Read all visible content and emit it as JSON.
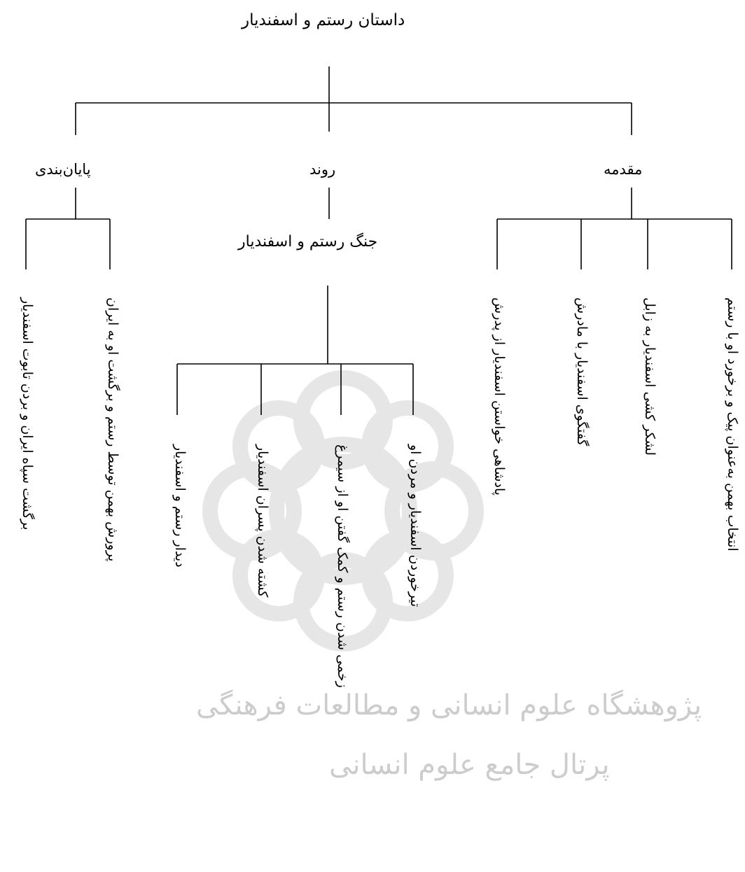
{
  "root": "داستان رستم و اسفندیار",
  "sections": {
    "right": "مقدمه",
    "middle": "روند",
    "left": "پایان‌بندی"
  },
  "middle_sub": "جنگ رستم و اسفندیار",
  "right_children": [
    "انتخاب بهمن به‌عنوان پیک و برخورد او با رستم",
    "لشکر کشی اسفندیار به زابل",
    "گفتگوی اسفندیار با مادرش",
    "پادشاهی خواستن اسفندیار از پدرش"
  ],
  "middle_children": [
    "تیرخوردن اسفندیار و مردن او",
    "زخمی شدن رستم و کمک گفتن او از سیمرغ",
    "کشته شدن پسران اسفندیار",
    "دیدار رستم و اسفندیار"
  ],
  "left_children": [
    "پرورش بهمن توسط رستم و برگشت او به ایران",
    "برگشت سپاه ایران و بردن تابوت اسفندیار"
  ],
  "watermark": {
    "line1": "پژوهشگاه علوم انسانی و مطالعات فرهنگی",
    "line2": "پرتال جامع علوم انسانی"
  }
}
